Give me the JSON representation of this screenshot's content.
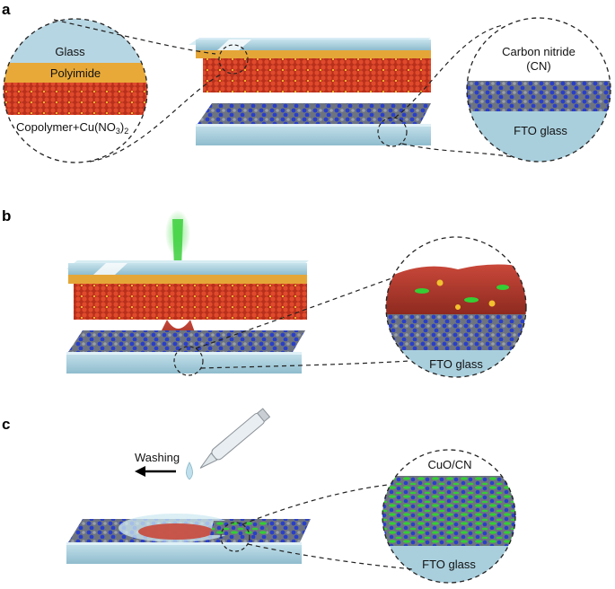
{
  "panels": {
    "a": {
      "label": "a",
      "left_zoom": {
        "glass": "Glass",
        "polyimide": "Polyimide",
        "film_prefix": "Copolymer+Cu(NO",
        "film_sub": "3",
        "film_close": ")",
        "film_sub2": "2"
      },
      "right_zoom": {
        "cn_line1": "Carbon nitride",
        "cn_line2": "(CN)",
        "substrate": "FTO glass"
      }
    },
    "b": {
      "label": "b",
      "right_zoom": {
        "substrate": "FTO glass"
      }
    },
    "c": {
      "label": "c",
      "washing": "Washing",
      "right_zoom": {
        "product": "CuO/CN",
        "substrate": "FTO glass"
      }
    }
  },
  "colors": {
    "glass": "#9cc6d6",
    "glass_top": "#bcdbe6",
    "polyimide": "#e9a93a",
    "copolymer": "#d23c22",
    "cn_blue": "#2a3fc9",
    "cn_grey": "#8a8f96",
    "laser": "#3ccf3c",
    "cuo": "#32c832"
  }
}
